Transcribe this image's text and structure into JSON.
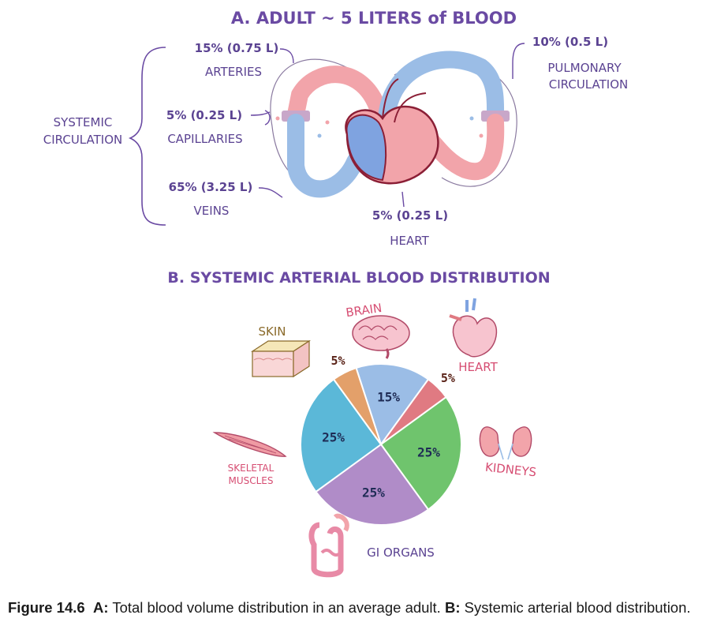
{
  "part_a": {
    "title": "A. ADULT ~ 5 LITERS of BLOOD",
    "systemic": {
      "line1": "SYSTEMIC",
      "line2": "CIRCULATION"
    },
    "arteries": {
      "value": "15% (0.75 L)",
      "label": "ARTERIES"
    },
    "capillaries": {
      "value": "5% (0.25 L)",
      "label": "CAPILLARIES"
    },
    "veins": {
      "value": "65% (3.25 L)",
      "label": "VEINS"
    },
    "heart": {
      "value": "5% (0.25 L)",
      "label": "HEART"
    },
    "pulmonary": {
      "value": "10% (0.5 L)",
      "line1": "PULMONARY",
      "line2": "CIRCULATION"
    }
  },
  "part_b": {
    "title": "B. SYSTEMIC ARTERIAL BLOOD DISTRIBUTION",
    "organs": {
      "brain": "BRAIN",
      "heart": "HEART",
      "skin": "SKIN",
      "kidneys": "KIDNEYS",
      "muscles_line1": "SKELETAL",
      "muscles_line2": "MUSCLES",
      "gi": "GI ORGANS"
    }
  },
  "chart_data": {
    "type": "pie",
    "title": "B. SYSTEMIC ARTERIAL BLOOD DISTRIBUTION",
    "start_angle_deg": -18,
    "direction": "clockwise",
    "slices": [
      {
        "name": "BRAIN",
        "value": 15,
        "label": "15%",
        "color": "#9bbde6"
      },
      {
        "name": "HEART",
        "value": 5,
        "label": "5%",
        "color": "#e07a82"
      },
      {
        "name": "KIDNEYS",
        "value": 25,
        "label": "25%",
        "color": "#6fc46d"
      },
      {
        "name": "GI ORGANS",
        "value": 25,
        "label": "25%",
        "color": "#b08cc8"
      },
      {
        "name": "SKELETAL MUSCLES",
        "value": 25,
        "label": "25%",
        "color": "#5bb8d8"
      },
      {
        "name": "SKIN",
        "value": 5,
        "label": "5%",
        "color": "#e3a06a"
      }
    ]
  },
  "caption": {
    "figure": "Figure 14.6",
    "a_label": "A:",
    "a_text": "Total blood volume distribution in an average adult.",
    "b_label": "B:",
    "b_text": "Systemic arterial blood distribution."
  },
  "colors": {
    "title": "#6a4aa3",
    "artery": "#f2a4aa",
    "vein": "#9bbde6",
    "heart_outline": "#8b1f36"
  }
}
